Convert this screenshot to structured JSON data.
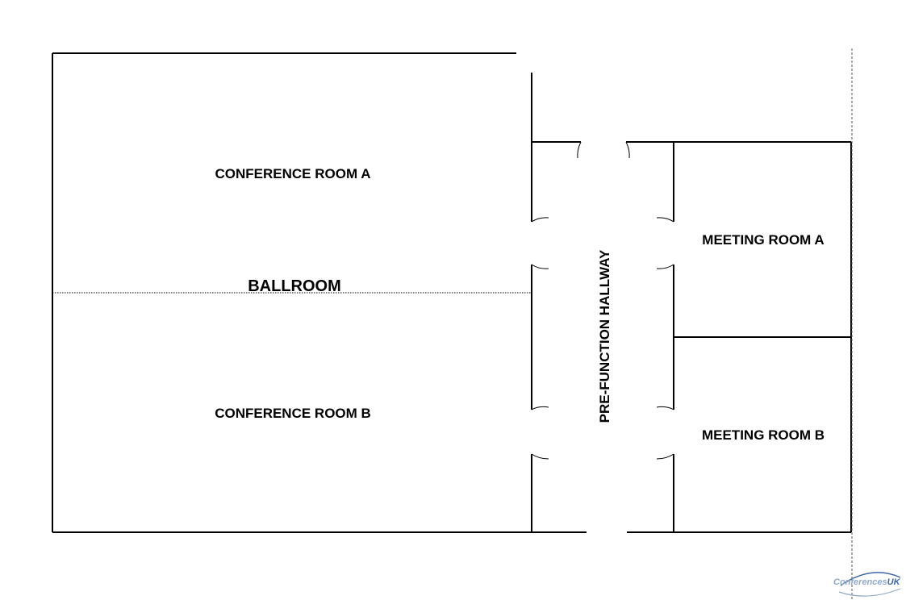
{
  "rooms": {
    "conference_a": "CONFERENCE ROOM A",
    "ballroom": "BALLROOM",
    "conference_b": "CONFERENCE ROOM B",
    "hallway": "PRE-FUNCTION HALLWAY",
    "meeting_a": "MEETING ROOM A",
    "meeting_b": "MEETING ROOM B"
  },
  "logo": {
    "text_main": "Conferences",
    "text_suffix": "UK",
    "colors": {
      "text": "#8fa9c8",
      "accent": "#3d68a8"
    }
  },
  "colors": {
    "walls": "#000000",
    "background": "#ffffff"
  }
}
